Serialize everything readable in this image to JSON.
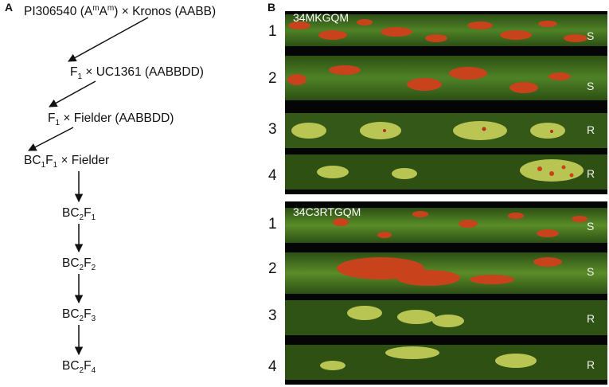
{
  "panel_a": {
    "letter": "A",
    "cross1": {
      "parent1": "PI306540",
      "genome1": "(A",
      "genome1_sup1": "m",
      "genome1_mid": "A",
      "genome1_sup2": "m",
      "genome1_end": ")",
      "times": " × ",
      "parent2": "Kronos (AABB)"
    },
    "cross2": {
      "f": "F",
      "f_sub": "1",
      "rest": " × UC1361 (AABBDD)"
    },
    "cross3": {
      "f": "F",
      "f_sub": "1",
      "rest": " × Fielder (AABBDD)"
    },
    "cross4": {
      "bc": "BC",
      "bc_sub": "1",
      "f": "F",
      "f_sub": "1",
      "rest": " × Fielder"
    },
    "gen1": {
      "bc": "BC",
      "bc_sub": "2",
      "f": "F",
      "f_sub": "1"
    },
    "gen2": {
      "bc": "BC",
      "bc_sub": "2",
      "f": "F",
      "f_sub": "2"
    },
    "gen3": {
      "bc": "BC",
      "bc_sub": "2",
      "f": "F",
      "f_sub": "3"
    },
    "gen4": {
      "bc": "BC",
      "bc_sub": "2",
      "f": "F",
      "f_sub": "4"
    }
  },
  "panel_b": {
    "letter": "B",
    "blocks": [
      {
        "isolate": "34MKGQM",
        "rows": [
          {
            "number": "1",
            "rating": "S"
          },
          {
            "number": "2",
            "rating": "S"
          },
          {
            "number": "3",
            "rating": "R"
          },
          {
            "number": "4",
            "rating": "R"
          }
        ]
      },
      {
        "isolate": "34C3RTGQM",
        "rows": [
          {
            "number": "1",
            "rating": "S"
          },
          {
            "number": "2",
            "rating": "S"
          },
          {
            "number": "3",
            "rating": "R"
          },
          {
            "number": "4",
            "rating": "R"
          }
        ]
      }
    ]
  },
  "colors": {
    "leaf_green": "#3f6f1f",
    "leaf_light": "#9cc33a",
    "chlorosis": "#d8d56a",
    "rust_pustule": "#c8421c",
    "background": "#050505"
  }
}
